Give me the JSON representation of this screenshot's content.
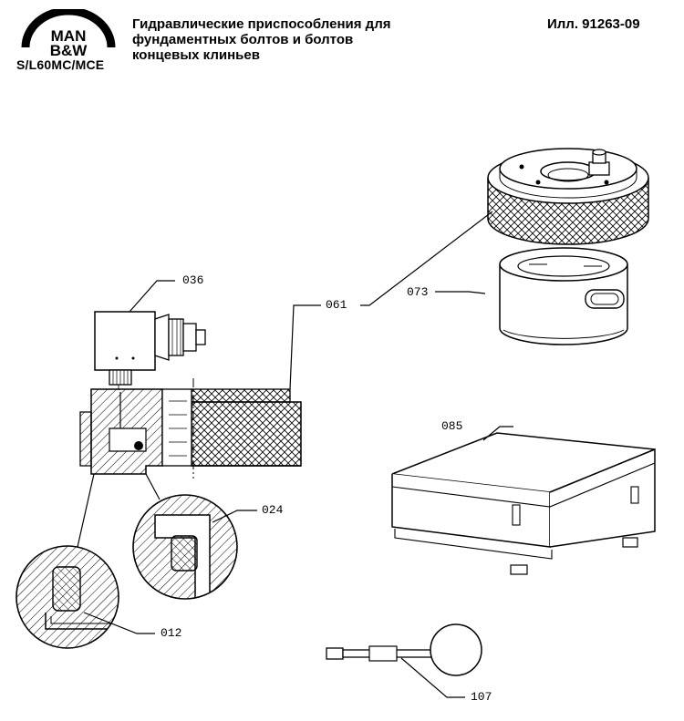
{
  "header": {
    "logo_text_top": "MAN",
    "logo_text_bottom": "B&W",
    "model": "S/L60MC/MCE",
    "title_lines": [
      "Гидравлические приспособления для",
      "фундаментных болтов и болтов",
      "концевых клиньев"
    ],
    "illustration_ref": "Илл. 91263-09"
  },
  "part_labels": {
    "p036": "036",
    "p061": "061",
    "p073": "073",
    "p085": "085",
    "p024": "024",
    "p012": "012",
    "p107": "107"
  }
}
